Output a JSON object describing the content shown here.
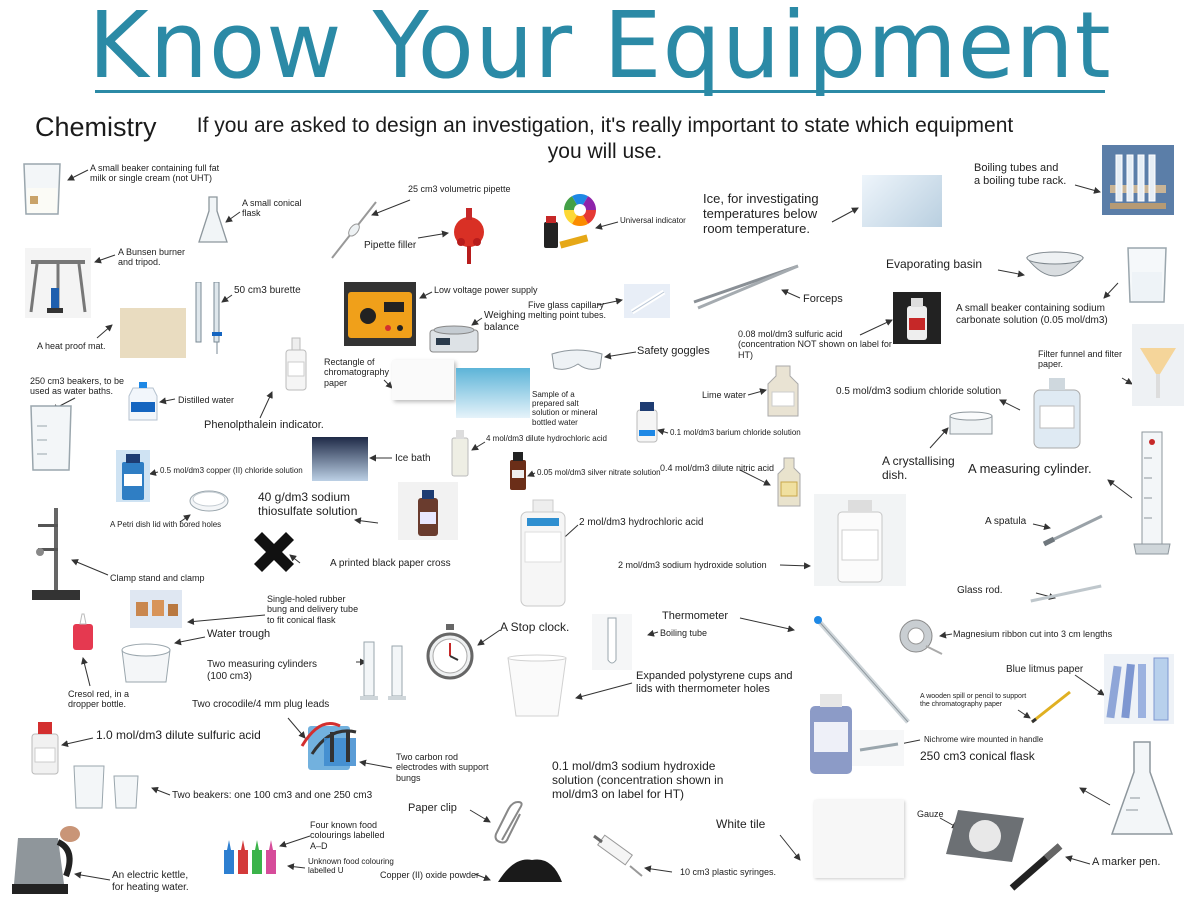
{
  "header": {
    "title": "Know Your Equipment",
    "subtitle": "Chemistry",
    "intro": "If you are asked to design an investigation, it's really important to state which equipment you will use."
  },
  "colors": {
    "title": "#2b8aa6",
    "text": "#222222",
    "arrow": "#333333"
  },
  "labels": {
    "small_beaker_milk": "A small beaker containing full fat\nmilk or single cream (not UHT)",
    "conical_flask_small": "A small conical\nflask",
    "volumetric_pipette": "25 cm3 volumetric pipette",
    "pipette_filler": "Pipette filler",
    "universal_indicator": "Universal indicator",
    "ice": "Ice, for investigating\ntemperatures below\nroom temperature.",
    "boiling_tubes": "Boiling tubes and\na boiling tube rack.",
    "bunsen": "A Bunsen burner\nand tripod.",
    "burette": "50 cm3 burette",
    "power_supply": "Low voltage power supply",
    "weighing_balance": "Weighing\nbalance",
    "capillary": "Five glass capillary\nmelting point tubes.",
    "forceps": "Forceps",
    "evaporating_basin": "Evaporating basin",
    "heat_mat": "A heat proof mat.",
    "sulfuric_008": "0.08 mol/dm3 sulfuric acid\n(concentration NOT shown on label for\nHT)",
    "sodium_carbonate": "A small beaker containing sodium\ncarbonate solution (0.05 mol/dm3)",
    "chromatography_paper": "Rectangle of\nchromatography\npaper",
    "safety_goggles": "Safety goggles",
    "filter_funnel": "Filter funnel and filter\npaper.",
    "beakers_250": "250 cm3 beakers, to be\nused as water baths.",
    "distilled_water": "Distilled water",
    "salt_solution": "Sample of a\nprepared salt\nsolution or mineral\nbottled water",
    "lime_water": "Lime water",
    "sodium_chloride": "0.5 mol/dm3 sodium chloride solution",
    "phenolphthalein": "Phenolpthalein indicator.",
    "barium_chloride": "0.1 mol/dm3 barium chloride solution",
    "ice_bath": "Ice bath",
    "hcl_4": "4 mol/dm3 dilute hydrochloric acid",
    "copper_chloride": "0.5 mol/dm3 copper (II) chloride solution",
    "silver_nitrate": "0.05 mol/dm3 silver nitrate solution",
    "nitric_acid": "0.4 mol/dm3 dilute nitric acid",
    "crystallising_dish": "A crystallising\ndish.",
    "measuring_cylinder": "A measuring cylinder.",
    "sodium_thiosulfate": "40 g/dm3 sodium\nthiosulfate solution",
    "petri_dish": "A Petri dish lid with bored holes",
    "hcl_2": "2 mol/dm3 hydrochloric acid",
    "spatula": "A spatula",
    "black_cross": "A printed black paper cross",
    "sodium_hydroxide_2": "2 mol/dm3 sodium hydroxide solution",
    "clamp_stand": "Clamp stand and clamp",
    "glass_rod": "Glass rod.",
    "rubber_bung": "Single-holed rubber\nbung and delivery tube\nto fit conical flask",
    "stop_clock": "A Stop clock.",
    "thermometer": "Thermometer",
    "boiling_tube": "Boiling tube",
    "magnesium_ribbon": "Magnesium ribbon cut into 3 cm lengths",
    "water_trough": "Water trough",
    "two_cylinders": "Two measuring cylinders\n(100 cm3)",
    "polystyrene_cups": "Expanded polystyrene cups and\nlids with thermometer holes",
    "blue_litmus": "Blue litmus paper",
    "cresol_red": "Cresol red, in a\ndropper bottle.",
    "crocodile_leads": "Two crocodile/4 mm plug leads",
    "wooden_spill": "A wooden spill or pencil to support\nthe chromatography paper",
    "nichrome_wire": "Nichrome wire mounted in handle",
    "sulfuric_1": "1.0 mol/dm3 dilute sulfuric acid",
    "carbon_electrodes": "Two carbon rod\nelectrodes with support\nbungs",
    "sodium_hydroxide_01": "0.1 mol/dm3 sodium hydroxide\nsolution (concentration shown in\nmol/dm3 on label for HT)",
    "conical_flask_250": "250 cm3 conical flask",
    "two_beakers": "Two beakers: one 100 cm3 and one 250 cm3",
    "paper_clip": "Paper clip",
    "white_tile": "White tile",
    "gauze": "Gauze",
    "food_colourings": "Four known food\ncolourings labelled\nA–D",
    "unknown_colouring": "Unknown food colouring\nlabelled U",
    "copper_oxide": "Copper (II) oxide powder",
    "syringes": "10 cm3 plastic syringes.",
    "kettle": "An electric kettle,\nfor heating water.",
    "marker_pen": "A marker pen."
  }
}
